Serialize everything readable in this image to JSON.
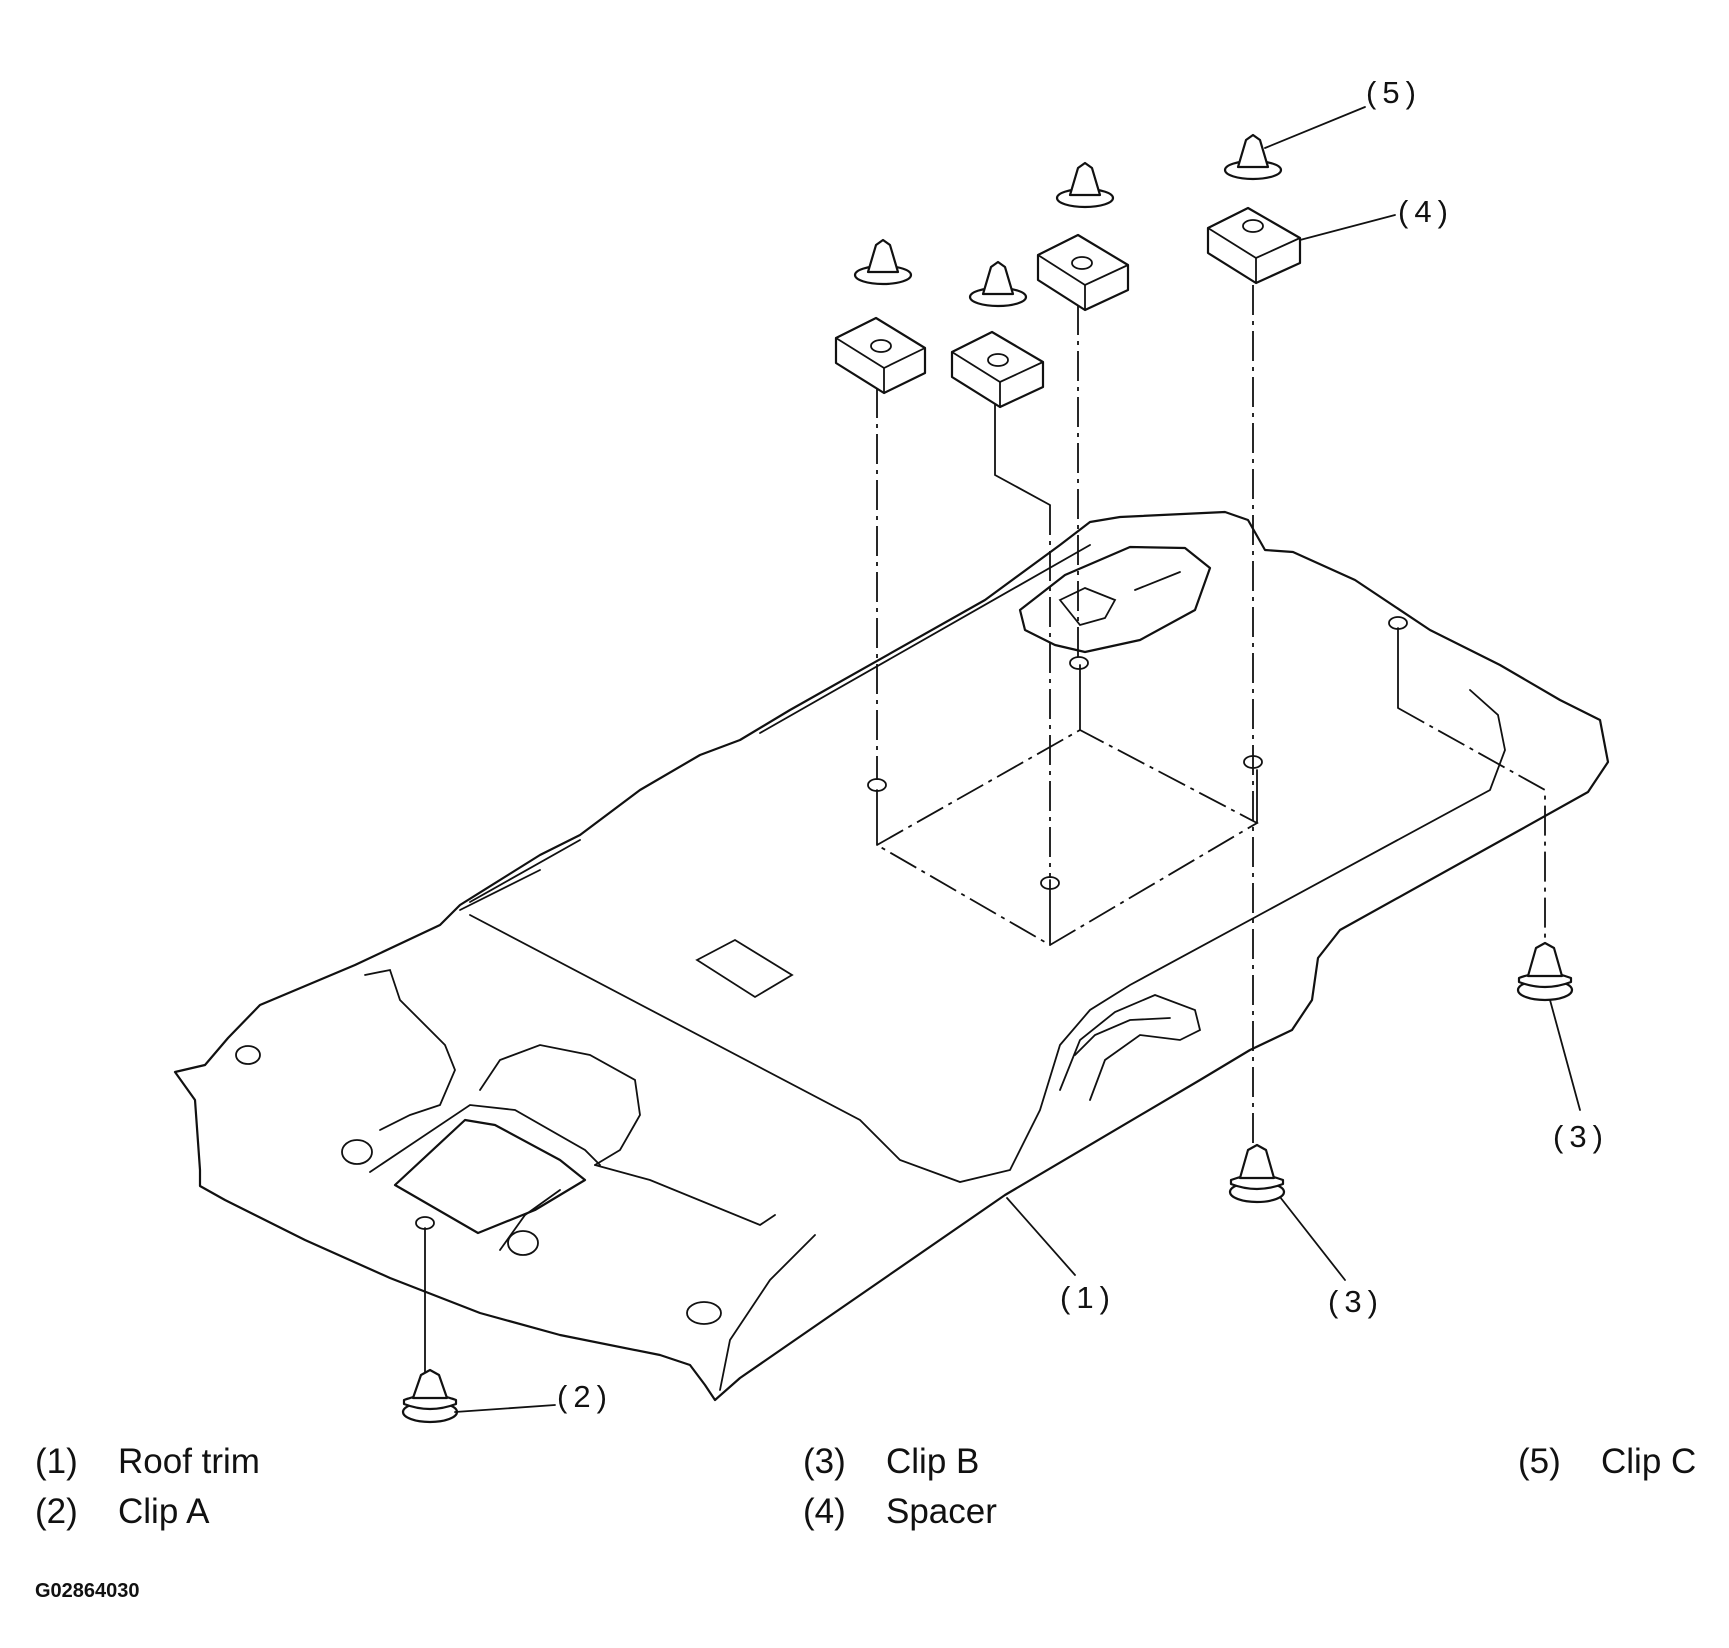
{
  "callouts": {
    "c1": "(1)",
    "c2": "(2)",
    "c3a": "(3)",
    "c3b": "(3)",
    "c4": "(4)",
    "c5": "(5)"
  },
  "legend": [
    {
      "num": "(1)",
      "label": "Roof trim"
    },
    {
      "num": "(2)",
      "label": "Clip A"
    },
    {
      "num": "(3)",
      "label": "Clip B"
    },
    {
      "num": "(4)",
      "label": "Spacer"
    },
    {
      "num": "(5)",
      "label": "Clip C"
    }
  ],
  "figure_code": "G02864030"
}
